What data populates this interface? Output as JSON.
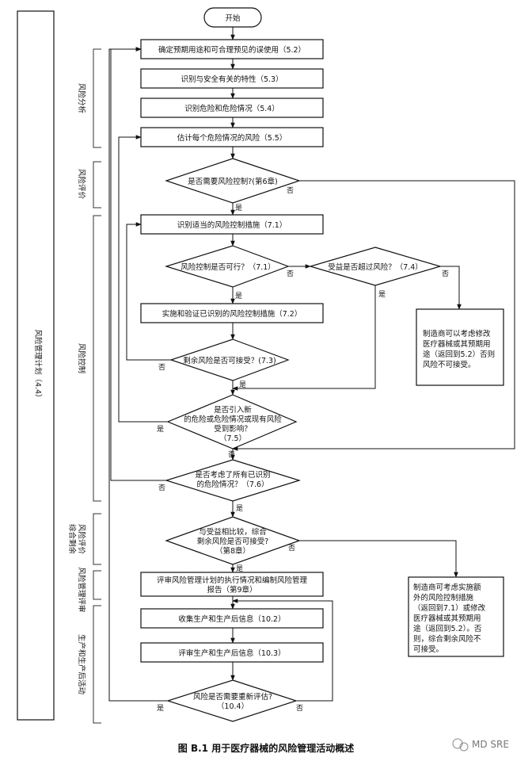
{
  "nodes": {
    "start": "开始",
    "n1": "确定预期用途和可合理预见的误使用（5.2）",
    "n2": "识别与安全有关的特性（5.3）",
    "n3": "识别危险和危险情况（5.4）",
    "n4": "估计每个危险情况的风险（5.5）",
    "d1": "是否需要风险控制?(第6章)",
    "n5": "识别适当的风险控制措施（7.1）",
    "d2": "风险控制是否可行？（7.1）",
    "d3": "受益是否超过风险？（7.4）",
    "n6": "实施和验证已识别的风险控制措施（7.2）",
    "d4": "剩余风险是否可接受？(7.3)",
    "d5": [
      "是否引入新",
      "的危险或危险情况或现有风险",
      "受到影响？",
      "（7.5）"
    ],
    "d6": [
      "是否考虑了所有已识别",
      "的危险情况？（7.6）"
    ],
    "d7": [
      "与受益相比较，综合",
      "剩余风险是否可接受?",
      "（第8章）"
    ],
    "n7": [
      "评审风险管理计划的执行情况和编制风险管理",
      "报告（第9章）"
    ],
    "n8": "收集生产和生产后信息（10.2）",
    "n9": "评审生产和生产后信息（10.3）",
    "d8": [
      "风险是否需要重新评估?",
      "（10.4）"
    ],
    "r1": [
      "制造商可以考虑修改",
      "医疗器械或其预期用",
      "途（返回到5.2）否则",
      "风险不可接受。"
    ],
    "r2": [
      "制造商可考虑实施额",
      "外的风险控制措施",
      "（返回到7.1）或修改",
      "医疗器械或其预期用",
      "途（返回到5.2）。否",
      "则，综合剩余风险不",
      "可接受。"
    ]
  },
  "edge_labels": {
    "d1_no": "否",
    "d1_yes": "是",
    "d2_no": "否",
    "d2_yes": "是",
    "d3_no": "否",
    "d3_yes": "是",
    "d4_no": "否",
    "d4_yes": "是",
    "d5_yes": "是",
    "d5_no": "否",
    "d6_no": "否",
    "d6_yes": "是",
    "d7_no": "否",
    "d7_yes": "是",
    "d8_yes": "是",
    "d8_no": "否"
  },
  "sidebar": {
    "plan": "风险管理计划（4.4）",
    "analysis": "风险分析",
    "evaluation": "风险评价",
    "control": "风险控制",
    "residual": [
      "综合剩余",
      "风险评价"
    ],
    "review": "风险管理评审",
    "production": "生产和生产后活动"
  },
  "caption": "图 B.1   用于医疗器械的风险管理活动概述",
  "watermark": "MD SRE"
}
